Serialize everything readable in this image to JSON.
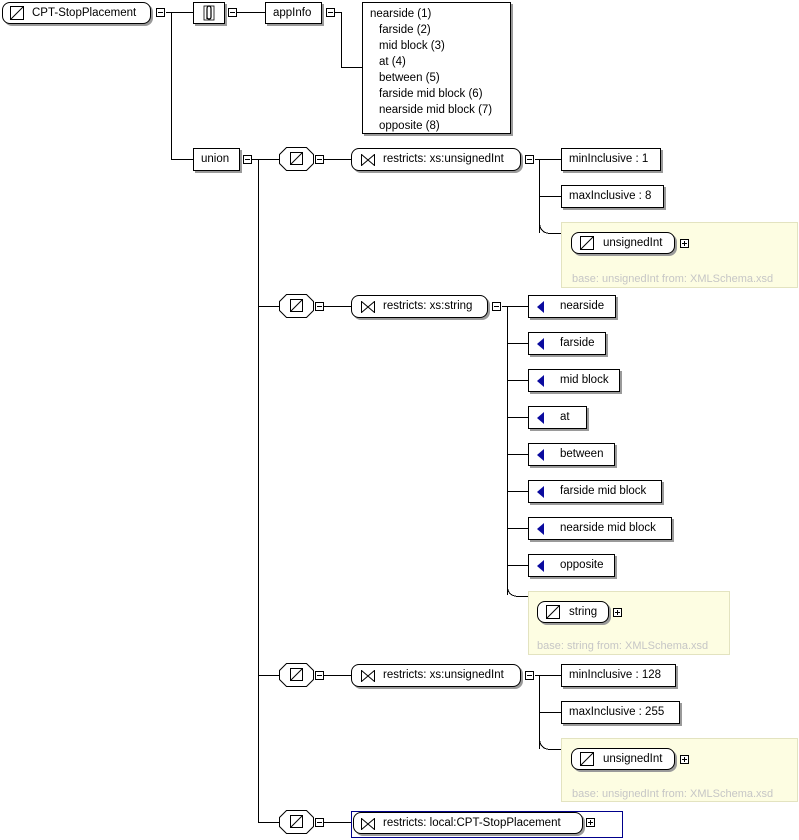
{
  "root": {
    "label": "CPT-StopPlacement"
  },
  "annotation": {
    "appinfo_label": "appInfo",
    "lines": [
      "nearside (1)",
      "farside (2)",
      "mid block (3)",
      "at (4)",
      "between (5)",
      "farside mid block (6)",
      "nearside mid block (7)",
      "opposite (8)"
    ]
  },
  "union": {
    "label": "union"
  },
  "members": [
    {
      "restrict_label": "restricts: xs:unsignedInt",
      "facets": [
        "minInclusive : 1",
        "maxInclusive : 8"
      ],
      "base_type": "unsignedInt",
      "base_note": "base: unsignedInt from: XMLSchema.xsd"
    },
    {
      "restrict_label": "restricts: xs:string",
      "enumerations": [
        "nearside",
        "farside",
        "mid block",
        "at",
        "between",
        "farside mid block",
        "nearside mid block",
        "opposite"
      ],
      "base_type": "string",
      "base_note": "base: string from: XMLSchema.xsd"
    },
    {
      "restrict_label": "restricts: xs:unsignedInt",
      "facets": [
        "minInclusive : 128",
        "maxInclusive : 255"
      ],
      "base_type": "unsignedInt",
      "base_note": "base: unsignedInt from: XMLSchema.xsd"
    },
    {
      "restrict_label": "restricts: local:CPT-StopPlacement"
    }
  ],
  "colors": {
    "enum_arrow": "#0a0a9e",
    "base_panel": "#fdfde2",
    "base_text": "#c6c6c6",
    "selected_border": "#00008b"
  }
}
